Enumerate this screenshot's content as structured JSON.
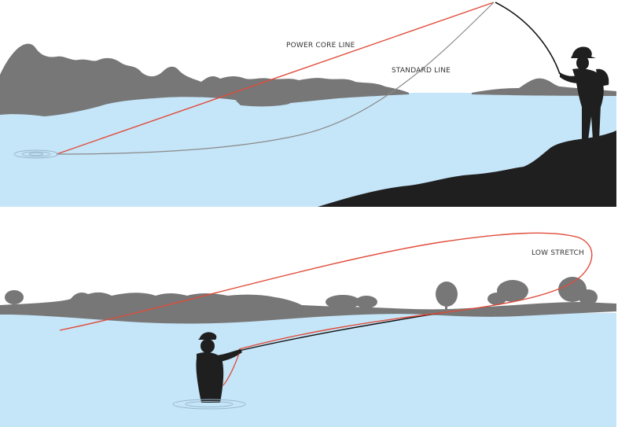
{
  "labels": {
    "power_core_line": "POWER CORE LINE",
    "standard_line": "STANDARD LINE",
    "low_stretch": "LOW STRETCH"
  },
  "colors": {
    "water": "#c5e5f8",
    "land": "#777777",
    "silhouette": "#1f1f1f",
    "red_line": "#e04b3a",
    "grey_line": "#8a8a8a",
    "rod": "#111111"
  }
}
